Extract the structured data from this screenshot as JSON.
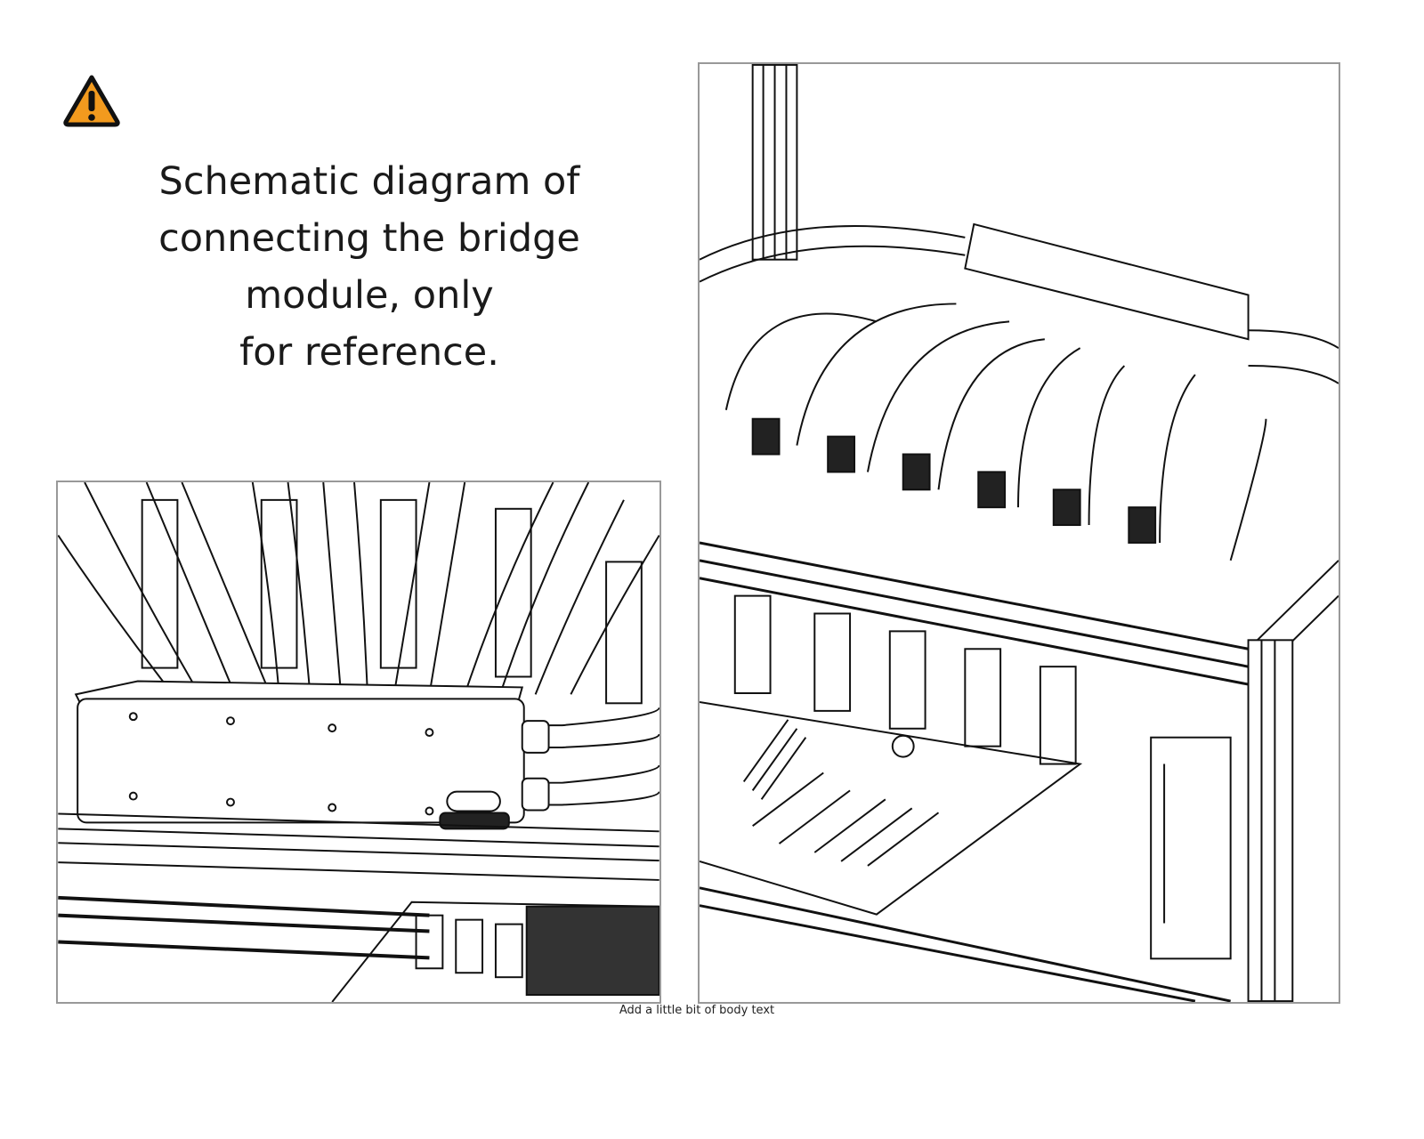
{
  "icons": {
    "warning": "warning-triangle-icon"
  },
  "colors": {
    "warning_fill": "#F29A1E",
    "frame_border": "#999999"
  },
  "heading": {
    "lines": [
      "Schematic diagram of",
      "connecting the bridge",
      "module, only",
      "for reference."
    ]
  },
  "figures": {
    "left": {
      "label": "bridge-module-closeup"
    },
    "right": {
      "label": "rig-overview"
    }
  },
  "caption": "Add a little bit of body text"
}
